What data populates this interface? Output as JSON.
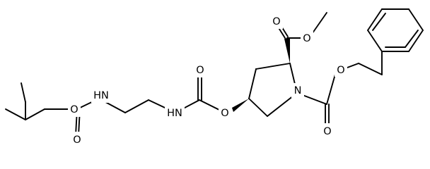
{
  "atoms": {
    "o_boc_ether": "O",
    "o_boc_carbonyl": "O",
    "nh_boc": "HN",
    "nh_carbamate": "HN",
    "o_carbamate_carbonyl": "O",
    "o_ring_ether": "O",
    "n_ring": "N",
    "o_cbz_carbonyl": "O",
    "o_cbz_ether": "O",
    "o_ester_carbonyl": "O",
    "o_ester_methoxy": "O"
  },
  "colors": {
    "bond": "#000000",
    "label": "#000000",
    "background": "#ffffff"
  }
}
